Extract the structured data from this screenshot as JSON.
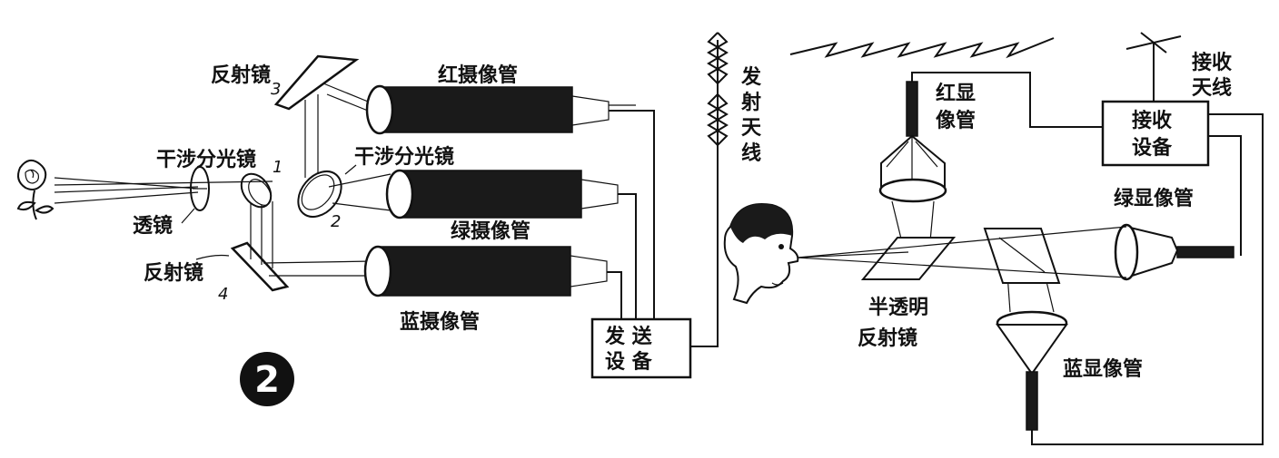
{
  "figure": {
    "number": "2",
    "labels": {
      "mirror3": "反射镜",
      "mirror4": "反射镜",
      "splitter1": "干涉分光镜",
      "splitter2": "干涉分光镜",
      "lens": "透镜",
      "red_camera": "红摄像管",
      "green_camera": "绿摄像管",
      "blue_camera": "蓝摄像管",
      "send_equipment": [
        "发 送",
        "设 备"
      ],
      "tx_antenna": [
        "发",
        "射",
        "天",
        "线"
      ],
      "rx_antenna": [
        "接收",
        "天线"
      ],
      "receive_equipment": [
        "接收",
        "设备"
      ],
      "red_display": [
        "红显",
        "像管"
      ],
      "green_display": "绿显像管",
      "blue_display": "蓝显像管",
      "half_mirror": [
        "半透明",
        "反射镜"
      ]
    },
    "numbers": {
      "n1": "1",
      "n2": "2",
      "n3": "3",
      "n4": "4"
    }
  }
}
